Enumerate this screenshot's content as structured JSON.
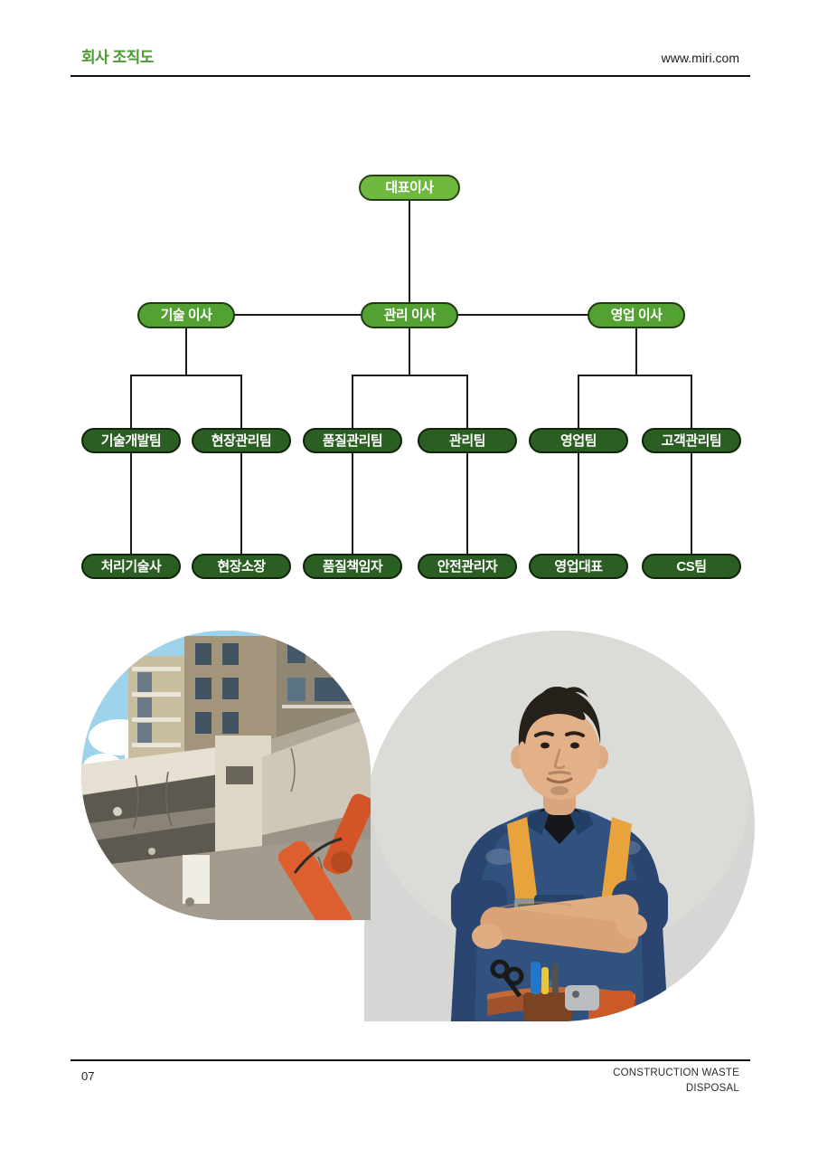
{
  "header": {
    "title": "회사 조직도",
    "website": "www.miri.com"
  },
  "org_chart": {
    "ceo": {
      "label": "대표이사"
    },
    "directors": [
      {
        "label": "기술 이사"
      },
      {
        "label": "관리 이사"
      },
      {
        "label": "영업 이사"
      }
    ],
    "teams": [
      {
        "label": "기술개발팀"
      },
      {
        "label": "현장관리팀"
      },
      {
        "label": "품질관리팀"
      },
      {
        "label": "관리팀"
      },
      {
        "label": "영업팀"
      },
      {
        "label": "고객관리팀"
      }
    ],
    "roles": [
      {
        "label": "처리기술사"
      },
      {
        "label": "현장소장"
      },
      {
        "label": "품질책임자"
      },
      {
        "label": "안전관리자"
      },
      {
        "label": "영업대표"
      },
      {
        "label": "CS팀"
      }
    ]
  },
  "images": [
    {
      "name": "demolition-site-photo",
      "description": "Partially demolished concrete building with orange excavator arm, apartment block and blue sky behind"
    },
    {
      "name": "worker-portrait-photo",
      "description": "Construction worker in blue denim overalls with orange suspenders and tool belt, arms crossed, gray studio background"
    }
  ],
  "footer": {
    "page_number": "07",
    "line1": "CONSTRUCTION WASTE",
    "line2": "DISPOSAL"
  },
  "colors": {
    "accent_green": "#4a9c31",
    "node_level1_fill": "#6fba3e",
    "node_level2_fill": "#54a133",
    "node_level34_fill": "#2b5e22",
    "connector_line": "#1b1b1b"
  }
}
